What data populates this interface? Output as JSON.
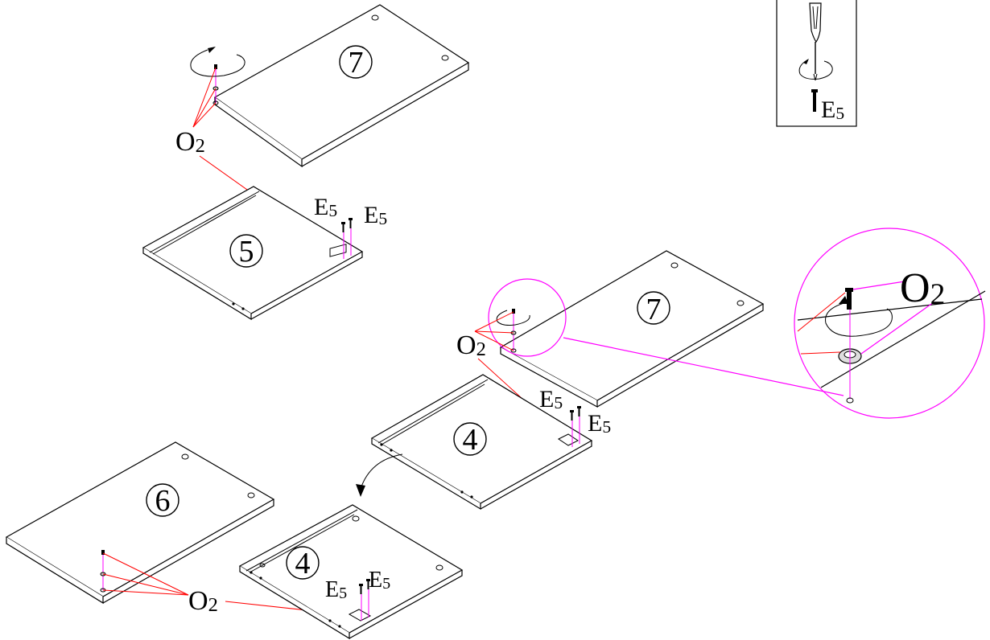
{
  "diagram": {
    "parts": {
      "top_panel_7": "7",
      "upper_panel_5": "5",
      "mid_panel_7": "7",
      "mid_panel_4": "4",
      "bottom_panel_6": "6",
      "bottom_panel_4": "4"
    },
    "labels": {
      "o2_main": "O",
      "o2_sub": "2",
      "e5_main": "E",
      "e5_sub": "5"
    },
    "colors": {
      "outline": "#000000",
      "leader_red": "#ff0000",
      "detail_magenta": "#ff00ff"
    },
    "icons": [
      "screwdriver-icon",
      "rotate-arrow-icon",
      "screw-icon",
      "cam-lock-icon",
      "flip-arrow-icon"
    ]
  }
}
